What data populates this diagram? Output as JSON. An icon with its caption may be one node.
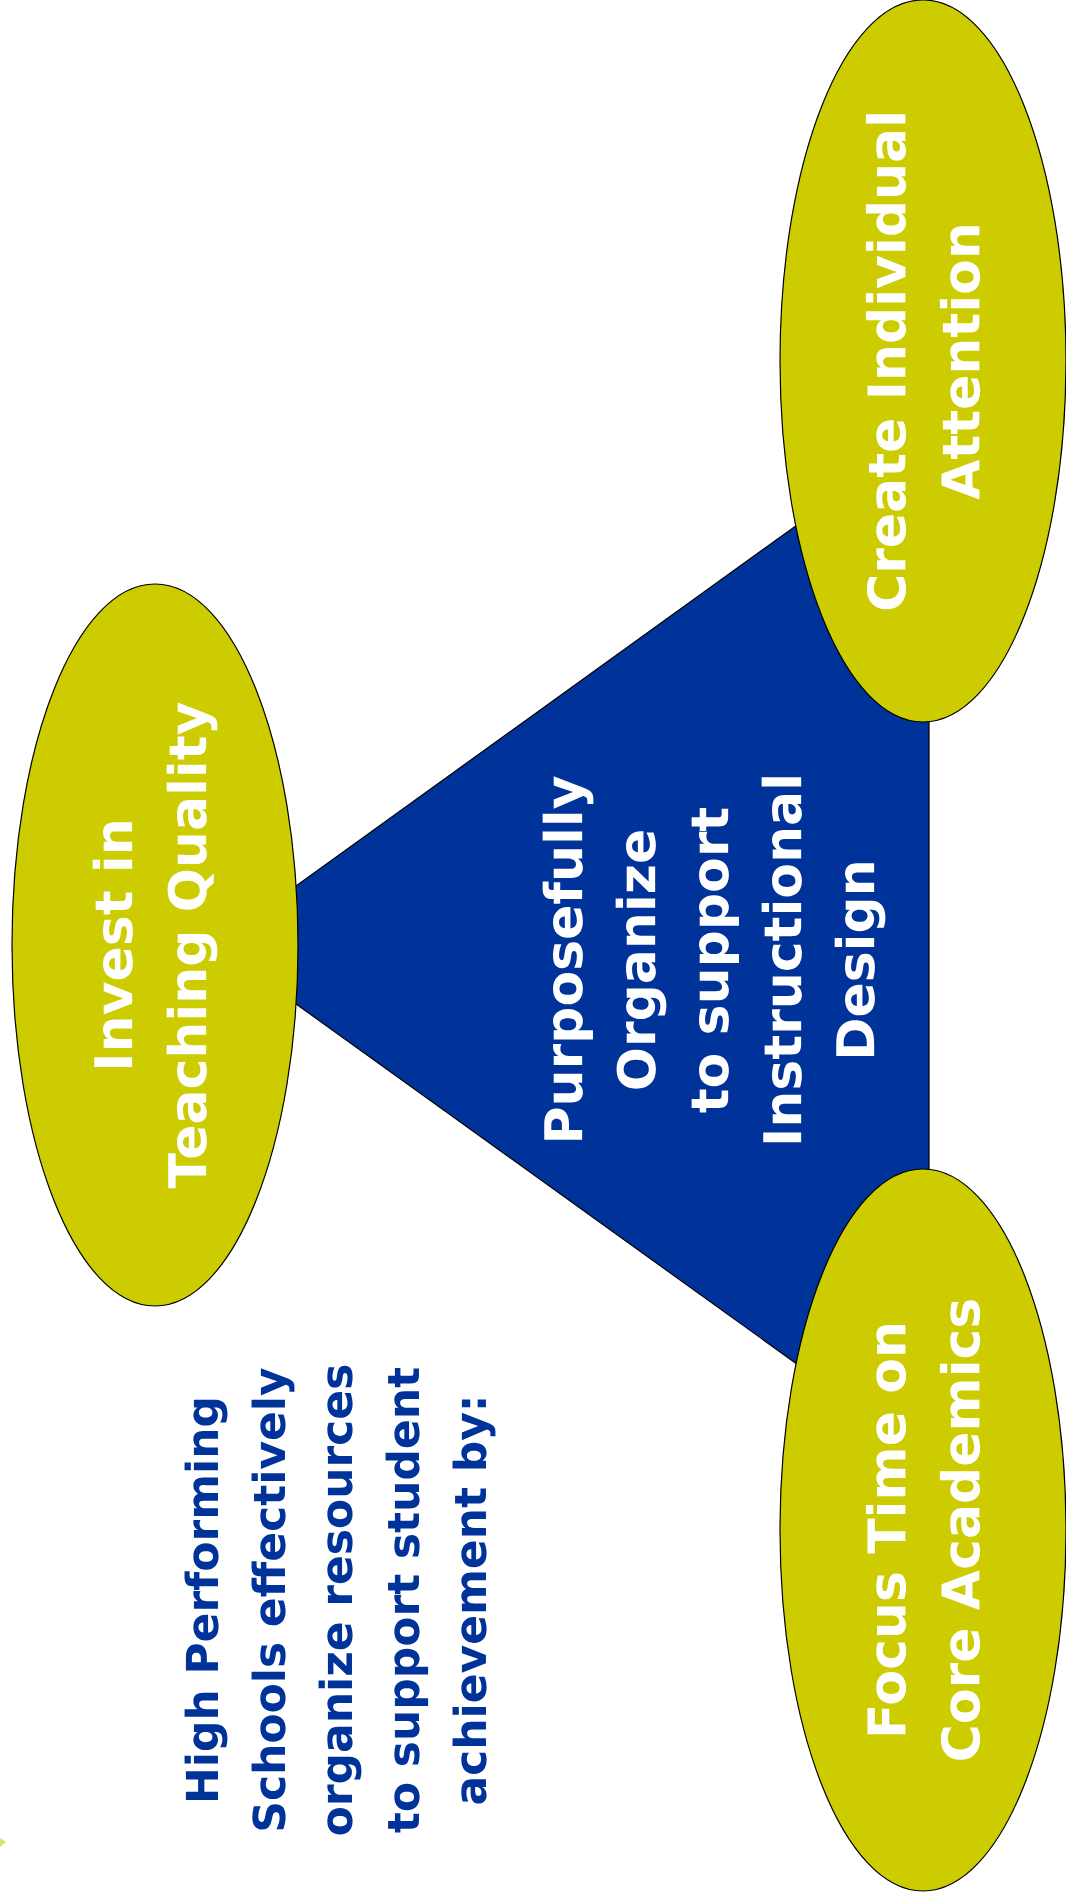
{
  "diagram": {
    "title": "High Performing Schools effectively organize resources to support student achievement by:",
    "nodes": [
      {
        "text": [
          "Purposefully Organize to support Instructional Design"
        ]
      },
      {
        "text": [
          "Invest in Teaching Quality"
        ]
      },
      {
        "text": [
          "Create Individual Attention"
        ]
      },
      {
        "text": [
          "Focus Time on Core Academics"
        ]
      }
    ]
  }
}
